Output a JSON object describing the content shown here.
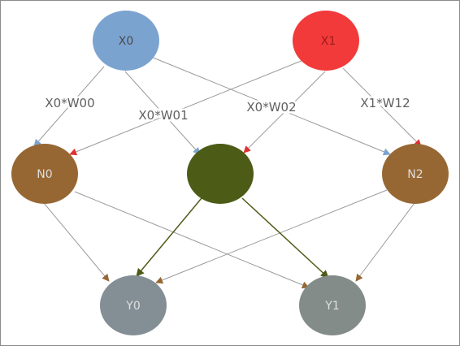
{
  "diagram": {
    "nodes": {
      "x0": {
        "label": "X0",
        "fill": "#7ba3d0",
        "text_color": "#4a4a4a"
      },
      "x1": {
        "label": "X1",
        "fill": "#f23a3a",
        "text_color": "#9a1c1c"
      },
      "n0": {
        "label": "N0",
        "fill": "#976733",
        "text_color": "#dedede"
      },
      "n1": {
        "label": "",
        "fill": "#4c5c17",
        "text_color": "#dedede"
      },
      "n2": {
        "label": "N2",
        "fill": "#976733",
        "text_color": "#dedede"
      },
      "y0": {
        "label": "Y0",
        "fill": "#838e95",
        "text_color": "#e0e0e0"
      },
      "y1": {
        "label": "Y1",
        "fill": "#838c88",
        "text_color": "#e0e0e0"
      }
    },
    "edge_labels": {
      "x0_n0": "X0*W00",
      "x0_n1": "X0*W01",
      "x0_n2": "X0*W02",
      "x1_n2": "X1*W12"
    },
    "colors": {
      "edge_line": "#9a9a9a",
      "from_x0_arrow": "#7ba3d0",
      "from_x1_arrow": "#e03030",
      "from_n_arrow": "#976733",
      "from_n1_line": "#4c5c17",
      "edge_label": "#606060"
    }
  }
}
